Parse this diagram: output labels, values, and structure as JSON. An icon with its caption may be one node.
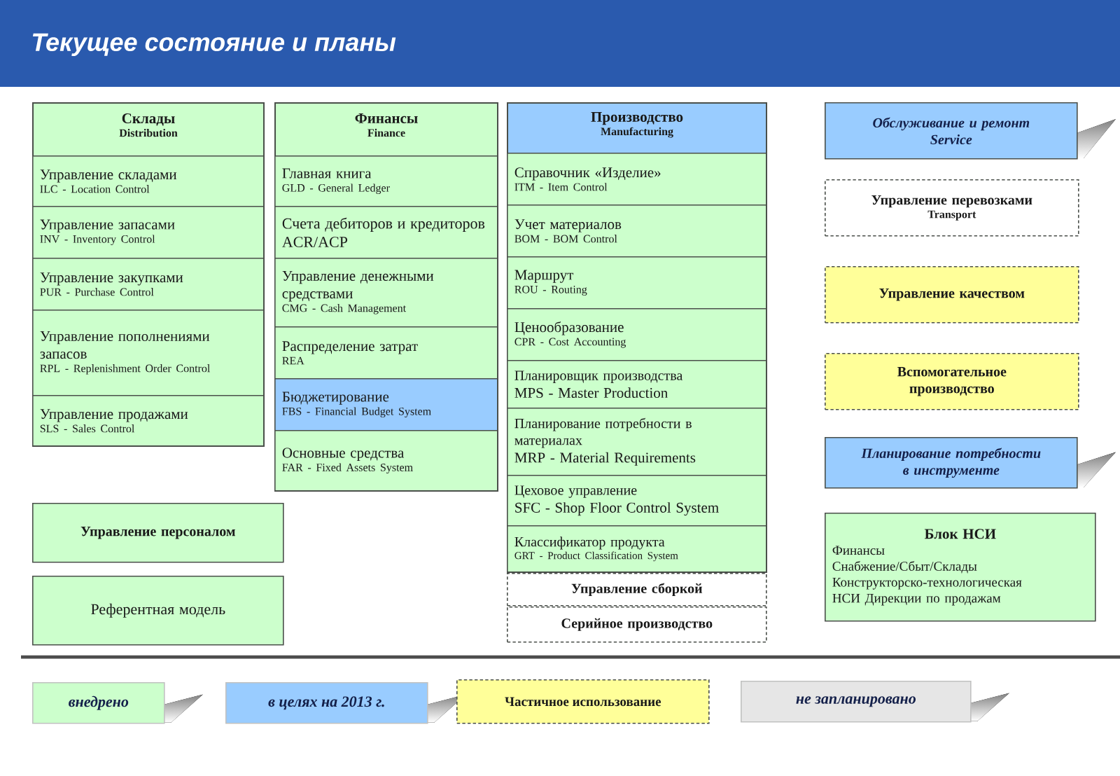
{
  "diagram": {
    "title": "Текущее состояние и планы",
    "nodes": [
      {
        "text": [
          "Склады",
          "Distribution"
        ]
      },
      {
        "text": [
          "Управление складами",
          "ILC - Location Control"
        ],
        "in": 0
      },
      {
        "text": [
          "Управление запасами",
          "INV - Inventory Control"
        ],
        "in": 0
      },
      {
        "text": [
          "Управление закупками",
          "PUR - Purchase Control"
        ],
        "in": 0
      },
      {
        "text": [
          "Управление пополнениями запасов",
          "RPL - Replenishment Order Control"
        ],
        "in": 0
      },
      {
        "text": [
          "Управление продажами",
          "SLS - Sales Control"
        ],
        "in": 0
      },
      {
        "text": [
          "Финансы",
          "Finance"
        ]
      },
      {
        "text": [
          "Главная книга",
          "GLD - General Ledger"
        ],
        "in": 6
      },
      {
        "text": [
          "Счета дебиторов и кредиторов ACR/ACP"
        ],
        "in": 6
      },
      {
        "text": [
          "Управление денежными средствами",
          "CMG - Cash Management"
        ],
        "in": 6
      },
      {
        "text": [
          "Распределение затрат",
          "REA"
        ],
        "in": 6
      },
      {
        "text": [
          "Бюджетирование",
          "FBS - Financial Budget System"
        ],
        "in": 6
      },
      {
        "text": [
          "Основные средства",
          "FAR - Fixed Assets System"
        ],
        "in": 6
      },
      {
        "text": [
          "Производство",
          "Manufacturing"
        ]
      },
      {
        "text": [
          "Справочник «Изделие»",
          "ITM - Item Control"
        ],
        "in": 13
      },
      {
        "text": [
          "Учет материалов",
          "BOM - BOM Control"
        ],
        "in": 13
      },
      {
        "text": [
          "Маршрут",
          "ROU - Routing"
        ],
        "in": 13
      },
      {
        "text": [
          "Ценообразование",
          "CPR - Cost Accounting"
        ],
        "in": 13
      },
      {
        "text": [
          "Планировщик производства",
          "MPS - Master Production"
        ],
        "in": 13
      },
      {
        "text": [
          "Планирование потребности в материалах",
          "MRP - Material Requirements"
        ],
        "in": 13
      },
      {
        "text": [
          "Цеховое управление",
          "SFC - Shop Floor Control System"
        ],
        "in": 13
      },
      {
        "text": [
          "Классификатор продукта",
          "GRT - Product Classification System"
        ],
        "in": 13
      },
      {
        "text": [
          "Управление сборкой"
        ]
      },
      {
        "text": [
          "Серийное производство"
        ]
      },
      {
        "text": [
          "Обслуживание и ремонт",
          "Service"
        ]
      },
      {
        "text": [
          "Управление перевозками",
          "Transport"
        ]
      },
      {
        "text": [
          "Управление качеством"
        ]
      },
      {
        "text": [
          "Вспомогательное производство"
        ]
      },
      {
        "text": [
          "Планирование потребности в инструменте"
        ]
      },
      {
        "text": [
          "Блок НСИ",
          "Финансы",
          "Снабжение/Сбыт/Склады",
          "Конструкторско-технологическая",
          "НСИ Дирекции по продажам"
        ]
      },
      {
        "text": [
          "Управление персоналом"
        ]
      },
      {
        "text": [
          "Референтная модель"
        ]
      }
    ],
    "legend": [
      {
        "text": "внедрено",
        "color": "#ccffcc"
      },
      {
        "text": "в целях на 2013 г.",
        "color": "#99ccff"
      },
      {
        "text": "Частичное использование",
        "color": "#ffff99"
      },
      {
        "text": "не запланировано",
        "color": "#e6e6e6"
      }
    ]
  }
}
